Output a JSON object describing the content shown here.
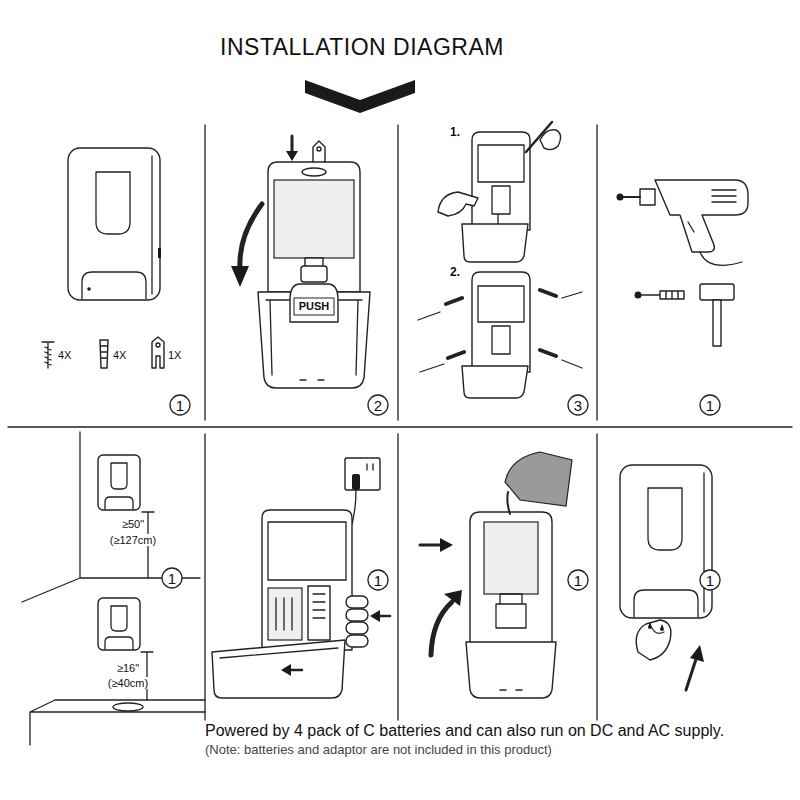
{
  "diagram": {
    "title": "INSTALLATION DIAGRAM",
    "caption": "Powered by 4 pack of C batteries and can also run on DC and AC supply.",
    "nodes": [
      {
        "text": [
          "1"
        ]
      },
      {
        "text": [
          "2"
        ]
      },
      {
        "text": [
          "3"
        ]
      },
      {
        "text": [
          "1"
        ]
      },
      {
        "text": [
          "1"
        ]
      },
      {
        "text": [
          "1"
        ]
      },
      {
        "text": [
          "1"
        ]
      },
      {
        "text": [
          "1"
        ]
      }
    ],
    "labels": [
      "4X",
      "4X",
      "1X",
      "PUSH",
      "1.",
      "2.",
      "≥50\"",
      "(≥127cm)",
      "≥16\"",
      "(≥40cm)",
      "(Note: batteries and adaptor are not included in this product)"
    ]
  }
}
